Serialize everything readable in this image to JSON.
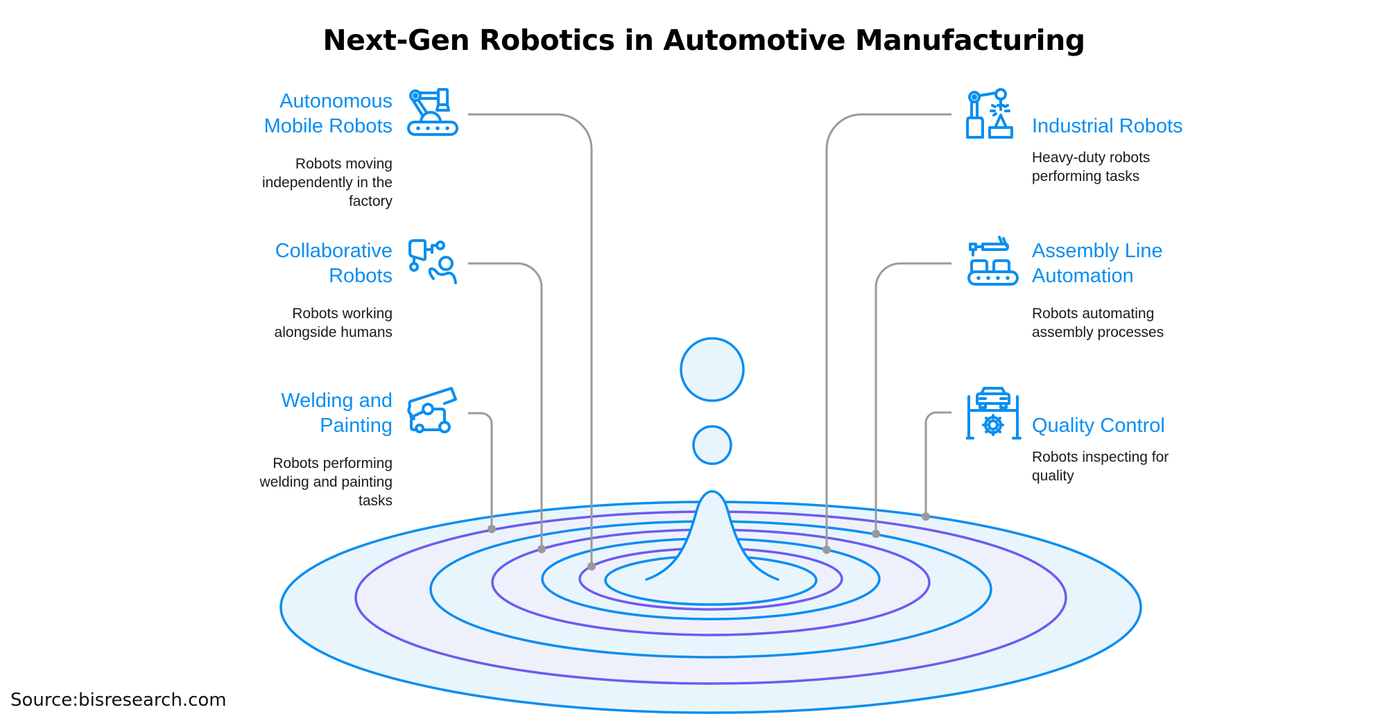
{
  "title": "Next-Gen Robotics in Automotive Manufacturing",
  "colors": {
    "accent_blue": "#0a8ef0",
    "accent_purple": "#6b5cf0",
    "fill_light_blue": "#e9f5fd",
    "fill_light_purple": "#eef1fc",
    "connector_gray": "#9a9a9a"
  },
  "left_items": [
    {
      "title_lines": [
        "Autonomous",
        "Mobile Robots"
      ],
      "desc_lines": [
        "Robots moving",
        "independently in the",
        "factory"
      ],
      "icon": "robot-arm-conveyor-icon"
    },
    {
      "title_lines": [
        "Collaborative",
        "Robots"
      ],
      "desc_lines": [
        "Robots working",
        "alongside humans"
      ],
      "icon": "cobot-human-icon"
    },
    {
      "title_lines": [
        "Welding and",
        "Painting"
      ],
      "desc_lines": [
        "Robots performing",
        "welding and painting",
        "tasks"
      ],
      "icon": "welding-robot-icon"
    }
  ],
  "right_items": [
    {
      "title_lines": [
        "Industrial Robots"
      ],
      "desc_lines": [
        "Heavy-duty robots",
        "performing tasks"
      ],
      "icon": "industrial-robot-arm-icon"
    },
    {
      "title_lines": [
        "Assembly Line",
        "Automation"
      ],
      "desc_lines": [
        "Robots automating",
        "assembly processes"
      ],
      "icon": "assembly-line-icon"
    },
    {
      "title_lines": [
        "Quality Control"
      ],
      "desc_lines": [
        "Robots inspecting for",
        "quality"
      ],
      "icon": "car-lift-gear-icon"
    }
  ],
  "source": "Source:bisresearch.com"
}
